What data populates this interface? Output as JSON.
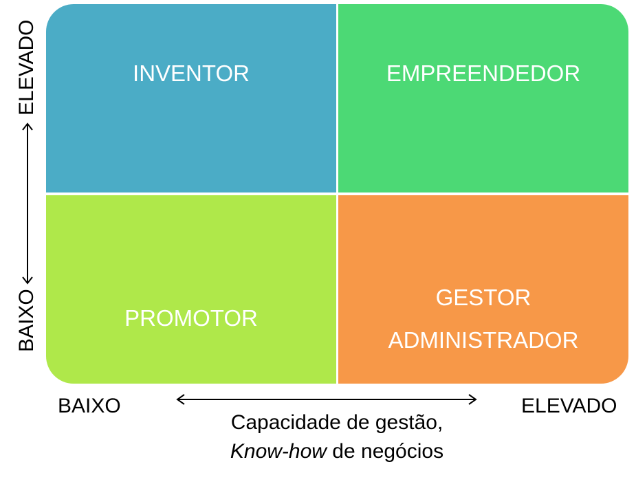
{
  "quadrants": {
    "top_left": {
      "label": "INVENTOR",
      "color": "#4bacc6"
    },
    "top_right": {
      "label": "EMPREENDEDOR",
      "color": "#4cd975"
    },
    "bottom_left": {
      "label": "PROMOTOR",
      "color": "#afe84a"
    },
    "bottom_right": {
      "label_line1": "GESTOR",
      "label_line2": "ADMINISTRADOR",
      "color": "#f79848"
    }
  },
  "y_axis": {
    "high": "ELEVADO",
    "low": "BAIXO",
    "arrow": "double-arrow-vertical"
  },
  "x_axis": {
    "low": "BAIXO",
    "high": "ELEVADO",
    "arrow": "double-arrow-horizontal",
    "title_line1": "Capacidade de gestão,",
    "title_line2_italic": "Know-how",
    "title_line2_rest": " de negócios"
  }
}
